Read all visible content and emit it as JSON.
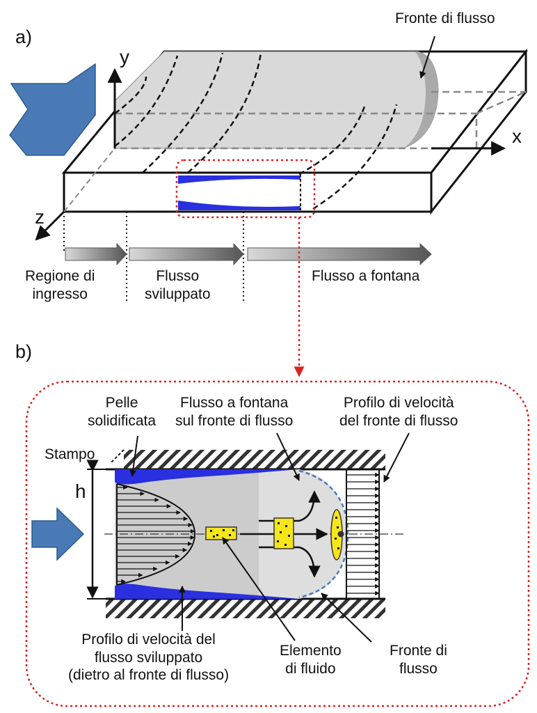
{
  "panels": {
    "a": "a)",
    "b": "b)"
  },
  "axes": {
    "x": "x",
    "y": "y",
    "z": "z"
  },
  "panel_a": {
    "flow_front": "Fronte di flusso",
    "entry_region": "Regione di\ningresso",
    "developed_flow": "Flusso\nsviluppato",
    "fountain_flow": "Flusso a fontana"
  },
  "panel_b": {
    "solidified_skin": "Pelle\nsolidificata",
    "fountain_on_front": "Flusso a fontana\nsul fronte di flusso",
    "front_velocity_profile": "Profilo di velocità\ndel fronte di flusso",
    "mold": "Stampo",
    "thickness": "h",
    "developed_velocity_profile": "Profilo di velocità del\nflusso sviluppato\n(dietro al fronte di flusso)",
    "fluid_element": "Elemento\ndi fluido",
    "flow_front": "Fronte di\nflusso"
  },
  "colors": {
    "arrow_blue": "#4a7ab5",
    "skin_blue": "#2a2fe0",
    "melt_gray": "#cccccc",
    "guide_red": "#e02020",
    "particle_yellow": "#f5e61a"
  }
}
